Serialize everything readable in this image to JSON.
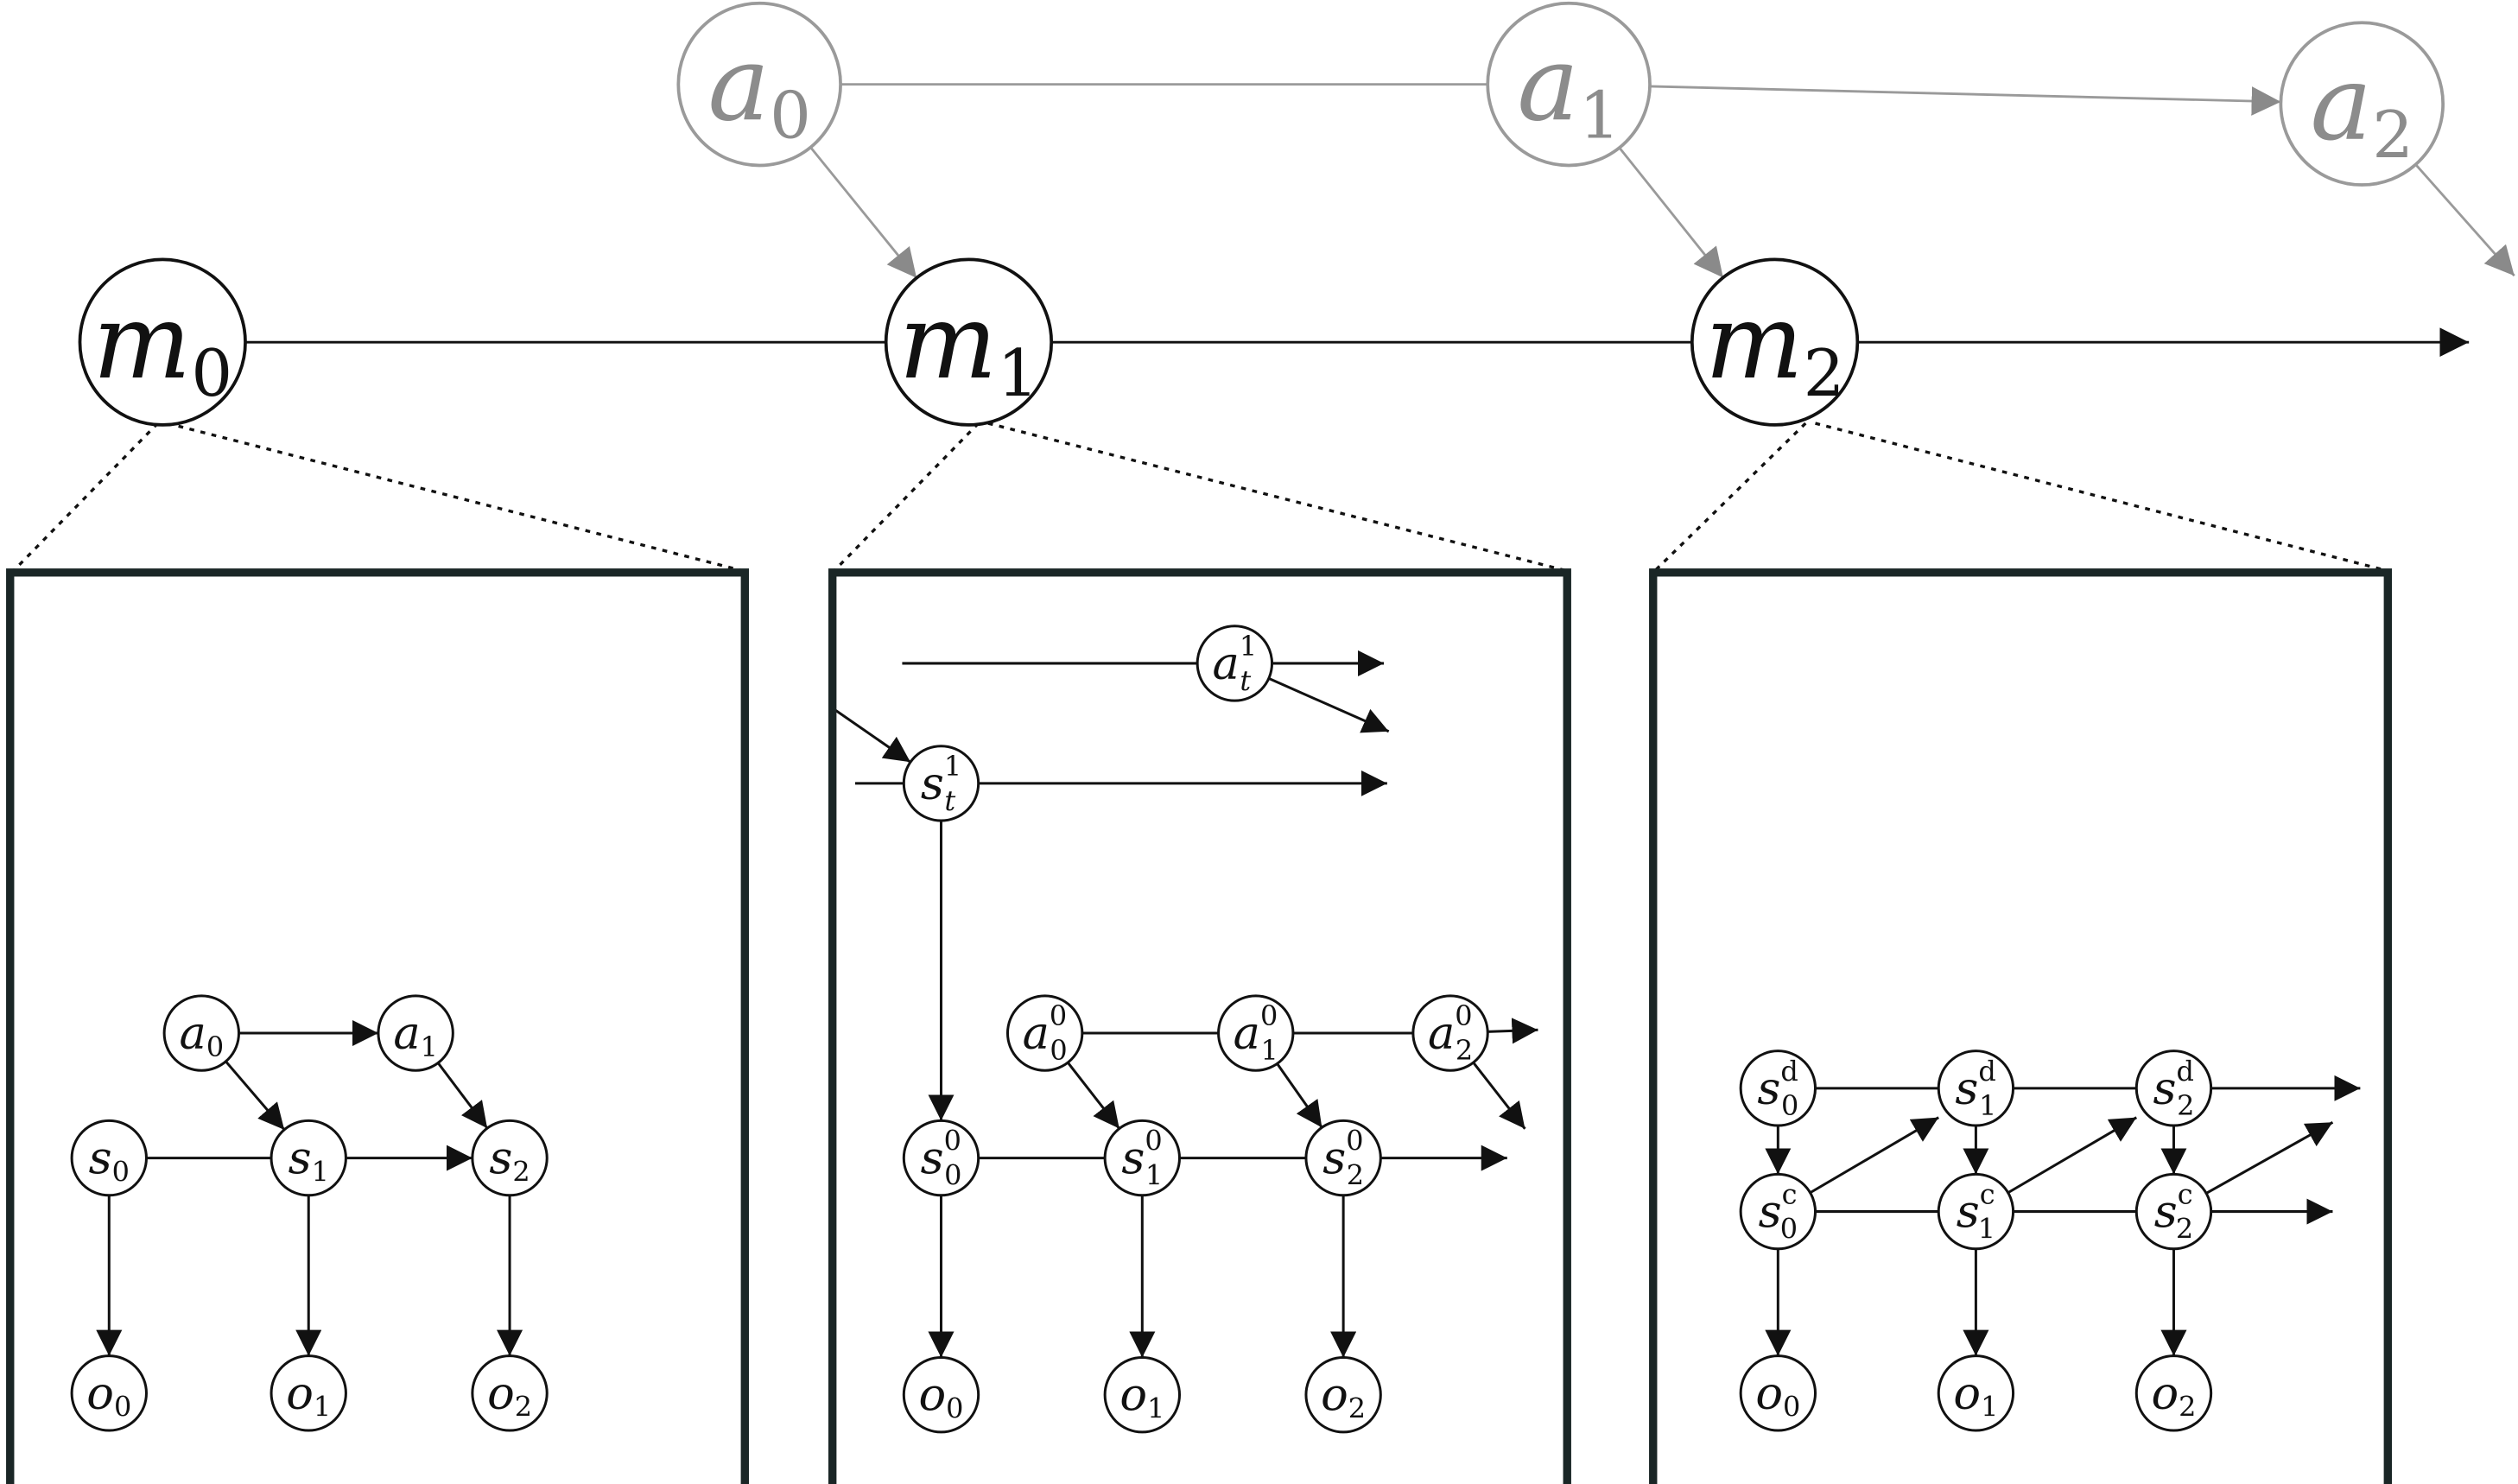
{
  "colors": {
    "main": "#111111",
    "grey": "#999999",
    "frame": "#1a2626"
  },
  "top_actions": [
    {
      "base": "a",
      "sub": "0"
    },
    {
      "base": "a",
      "sub": "1"
    },
    {
      "base": "a",
      "sub": "2"
    }
  ],
  "models": [
    {
      "base": "m",
      "sub": "0"
    },
    {
      "base": "m",
      "sub": "1"
    },
    {
      "base": "m",
      "sub": "2"
    }
  ],
  "panel1": {
    "actions": [
      {
        "base": "a",
        "sub": "0"
      },
      {
        "base": "a",
        "sub": "1"
      }
    ],
    "states": [
      {
        "base": "s",
        "sub": "0"
      },
      {
        "base": "s",
        "sub": "1"
      },
      {
        "base": "s",
        "sub": "2"
      }
    ],
    "observations": [
      {
        "base": "o",
        "sub": "0"
      },
      {
        "base": "o",
        "sub": "1"
      },
      {
        "base": "o",
        "sub": "2"
      }
    ]
  },
  "panel2": {
    "high_action": {
      "base": "a",
      "sup": "1",
      "sub": "t"
    },
    "high_state": {
      "base": "s",
      "sup": "1",
      "sub": "t"
    },
    "actions": [
      {
        "base": "a",
        "sup": "0",
        "sub": "0"
      },
      {
        "base": "a",
        "sup": "0",
        "sub": "1"
      },
      {
        "base": "a",
        "sup": "0",
        "sub": "2"
      }
    ],
    "states": [
      {
        "base": "s",
        "sup": "0",
        "sub": "0"
      },
      {
        "base": "s",
        "sup": "0",
        "sub": "1"
      },
      {
        "base": "s",
        "sup": "0",
        "sub": "2"
      }
    ],
    "observations": [
      {
        "base": "o",
        "sub": "0"
      },
      {
        "base": "o",
        "sub": "1"
      },
      {
        "base": "o",
        "sub": "2"
      }
    ]
  },
  "panel3": {
    "discrete_states": [
      {
        "base": "s",
        "sup": "d",
        "sub": "0"
      },
      {
        "base": "s",
        "sup": "d",
        "sub": "1"
      },
      {
        "base": "s",
        "sup": "d",
        "sub": "2"
      }
    ],
    "continuous_states": [
      {
        "base": "s",
        "sup": "c",
        "sub": "0"
      },
      {
        "base": "s",
        "sup": "c",
        "sub": "1"
      },
      {
        "base": "s",
        "sup": "c",
        "sub": "2"
      }
    ],
    "observations": [
      {
        "base": "o",
        "sub": "0"
      },
      {
        "base": "o",
        "sub": "1"
      },
      {
        "base": "o",
        "sub": "2"
      }
    ]
  }
}
